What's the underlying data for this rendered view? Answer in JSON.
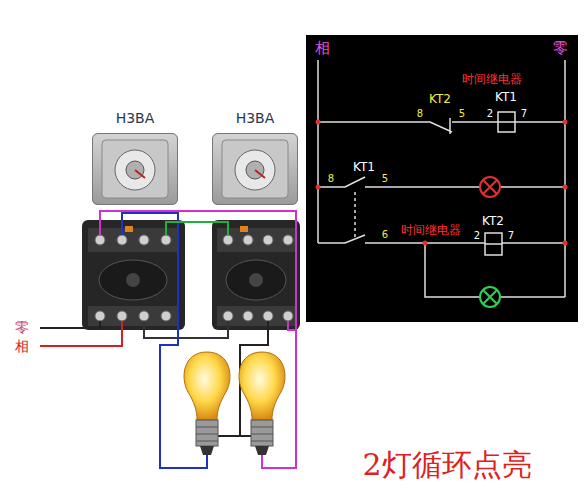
{
  "diagram": {
    "caption": "2灯循环点亮",
    "nodes": [
      {
        "text": [
          "H3BA"
        ]
      },
      {
        "text": [
          "H3BA"
        ]
      }
    ],
    "labels": [
      "零",
      "相",
      "相",
      "零",
      "时间继电器",
      "KT2",
      "8",
      "5",
      "KT1",
      "2",
      "7",
      "8",
      "KT1",
      "5",
      "6",
      "时间继电器",
      "KT2",
      "2",
      "7"
    ]
  }
}
